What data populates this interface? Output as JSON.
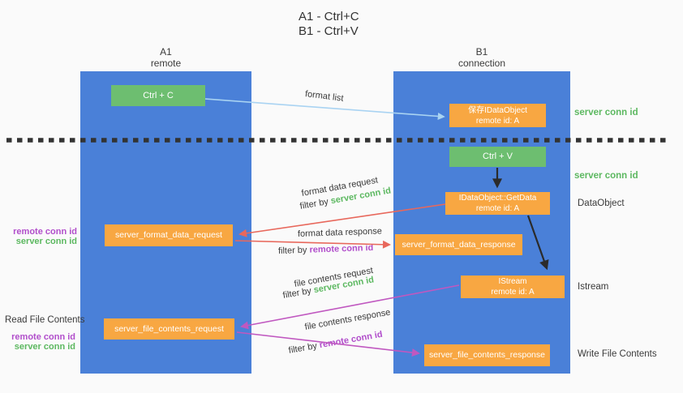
{
  "title": {
    "line1": "A1 - Ctrl+C",
    "line2": "B1 - Ctrl+V"
  },
  "lanes": {
    "left": {
      "name": "A1",
      "sub": "remote"
    },
    "right": {
      "name": "B1",
      "sub": "connection"
    }
  },
  "nodes": {
    "ctrl_c": "Ctrl + C",
    "ctrl_v": "Ctrl + V",
    "save_idataobject": {
      "line1": "保存IDataObject",
      "line2": "remote id: A"
    },
    "getdata": {
      "line1": "IDataObject::GetData",
      "line2": "remote id: A"
    },
    "istream": {
      "line1": "IStream",
      "line2": "remote id: A"
    },
    "format_request": "server_format_data_request",
    "format_response": "server_format_data_response",
    "file_request": "server_file_contents_request",
    "file_response": "server_file_contents_response"
  },
  "side_labels": {
    "server_conn_id_top": "server conn id",
    "server_conn_id_mid": "server conn id",
    "dataobject": "DataObject",
    "istream": "Istream",
    "write_file_contents": "Write File Contents",
    "read_file_contents": "Read File Contents",
    "remote_conn_id_1": "remote conn id",
    "server_conn_id_1": "server conn id",
    "remote_conn_id_2": "remote conn id",
    "server_conn_id_2": "server conn id"
  },
  "arrow_labels": {
    "format_list": "format list",
    "format_data_request": "format data request",
    "format_data_response": "format data response",
    "file_contents_request": "file contents request",
    "file_contents_response": "file contents response",
    "filter_by": "filter by ",
    "server_conn_id": "server conn id",
    "remote_conn_id": "remote conn id"
  },
  "colors": {
    "background": "#fafafa",
    "lane_blue": "#4a80d8",
    "node_green": "#6dbe70",
    "node_orange": "#f8a742",
    "arrow_light_blue": "#a9d3f2",
    "arrow_red": "#e8685c",
    "arrow_magenta": "#c058c0",
    "arrow_black": "#2b2b2b",
    "text_green": "#5cb860",
    "text_purple": "#b14ecb",
    "text_dark": "#3a3a3a"
  }
}
